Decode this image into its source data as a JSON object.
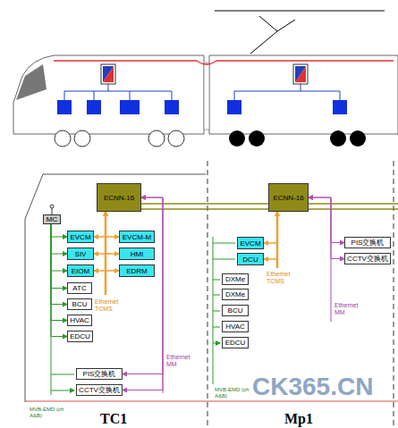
{
  "diagram": {
    "nodes": [
      {
        "text": [
          "ECNN-16"
        ]
      },
      {
        "text": [
          "MC"
        ]
      },
      {
        "text": [
          "EVCM"
        ]
      },
      {
        "text": [
          "EVCM-M"
        ]
      },
      {
        "text": [
          "SIV"
        ]
      },
      {
        "text": [
          "HMI"
        ]
      },
      {
        "text": [
          "EIOM"
        ]
      },
      {
        "text": [
          "EDRM"
        ]
      },
      {
        "text": [
          "ATC"
        ]
      },
      {
        "text": [
          "BCU"
        ]
      },
      {
        "text": [
          "HVAC"
        ]
      },
      {
        "text": [
          "EDCU"
        ]
      },
      {
        "text": [
          "PIS交换机"
        ]
      },
      {
        "text": [
          "CCTV交换机"
        ]
      },
      {
        "text": [
          "ECNN-16"
        ]
      },
      {
        "text": [
          "EVCM"
        ]
      },
      {
        "text": [
          "DCU"
        ]
      },
      {
        "text": [
          "DXMe"
        ]
      },
      {
        "text": [
          "DXMe"
        ]
      },
      {
        "text": [
          "BCU"
        ]
      },
      {
        "text": [
          "HVAC"
        ]
      },
      {
        "text": [
          "EDCU"
        ]
      },
      {
        "text": [
          "PIS交换机"
        ]
      },
      {
        "text": [
          "CCTV交换机"
        ]
      }
    ],
    "edges": [
      {
        "from": 0,
        "to": 2,
        "arrow": "both"
      },
      {
        "from": 0,
        "to": 3,
        "arrow": "both"
      },
      {
        "from": 0,
        "to": 4,
        "arrow": "both"
      },
      {
        "from": 0,
        "to": 5,
        "arrow": "both"
      },
      {
        "from": 0,
        "to": 6,
        "arrow": "both"
      },
      {
        "from": 0,
        "to": 7,
        "arrow": "both"
      },
      {
        "from": 1,
        "to": 2,
        "arrow": "to"
      },
      {
        "from": 1,
        "to": 4,
        "arrow": "to"
      },
      {
        "from": 1,
        "to": 6,
        "arrow": "to"
      },
      {
        "from": 1,
        "to": 8,
        "arrow": "to"
      },
      {
        "from": 1,
        "to": 9,
        "arrow": "to"
      },
      {
        "from": 1,
        "to": 10,
        "arrow": "to"
      },
      {
        "from": 1,
        "to": 11,
        "arrow": "to"
      },
      {
        "from": 0,
        "to": 12,
        "arrow": "both"
      },
      {
        "from": 0,
        "to": 13,
        "arrow": "both"
      },
      {
        "from": 14,
        "to": 15,
        "arrow": "both"
      },
      {
        "from": 14,
        "to": 16,
        "arrow": "both"
      },
      {
        "from": 14,
        "to": 22,
        "arrow": "both"
      },
      {
        "from": 14,
        "to": 23,
        "arrow": "both"
      }
    ],
    "labels": [
      "Ethernet TCMS",
      "Ethernet MM",
      "MVB-EMD (ch A&B)",
      "Ethernet TCMS",
      "Ethernet MM",
      "MVB-EMD (ch A&B)",
      "TC1",
      "Mp1",
      "CK365.CN"
    ]
  }
}
